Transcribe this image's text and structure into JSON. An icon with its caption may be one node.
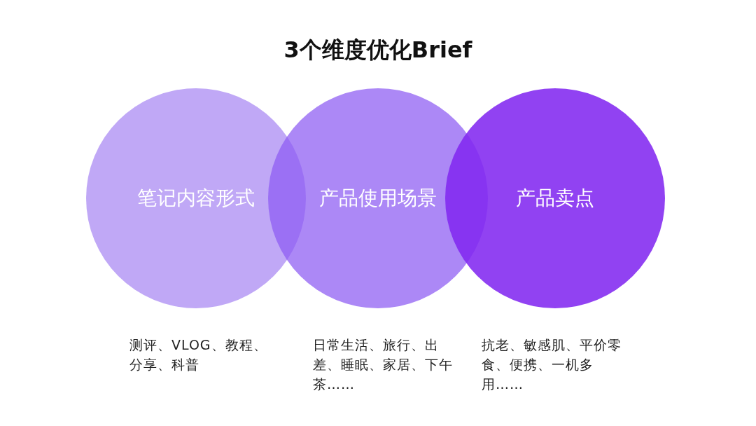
{
  "diagram": {
    "title": "3个维度优化Brief",
    "nodes": [
      {
        "text": [
          "笔记内容形式"
        ],
        "beside": [
          "测评、VLOG、教程、分享、科普"
        ]
      },
      {
        "text": [
          "产品使用场景"
        ],
        "beside": [
          "日常生活、旅行、出差、睡眠、家居、下午茶……"
        ]
      },
      {
        "text": [
          "产品卖点"
        ],
        "beside": [
          "抗老、敏感肌、平价零食、便携、一机多用……"
        ]
      }
    ]
  }
}
